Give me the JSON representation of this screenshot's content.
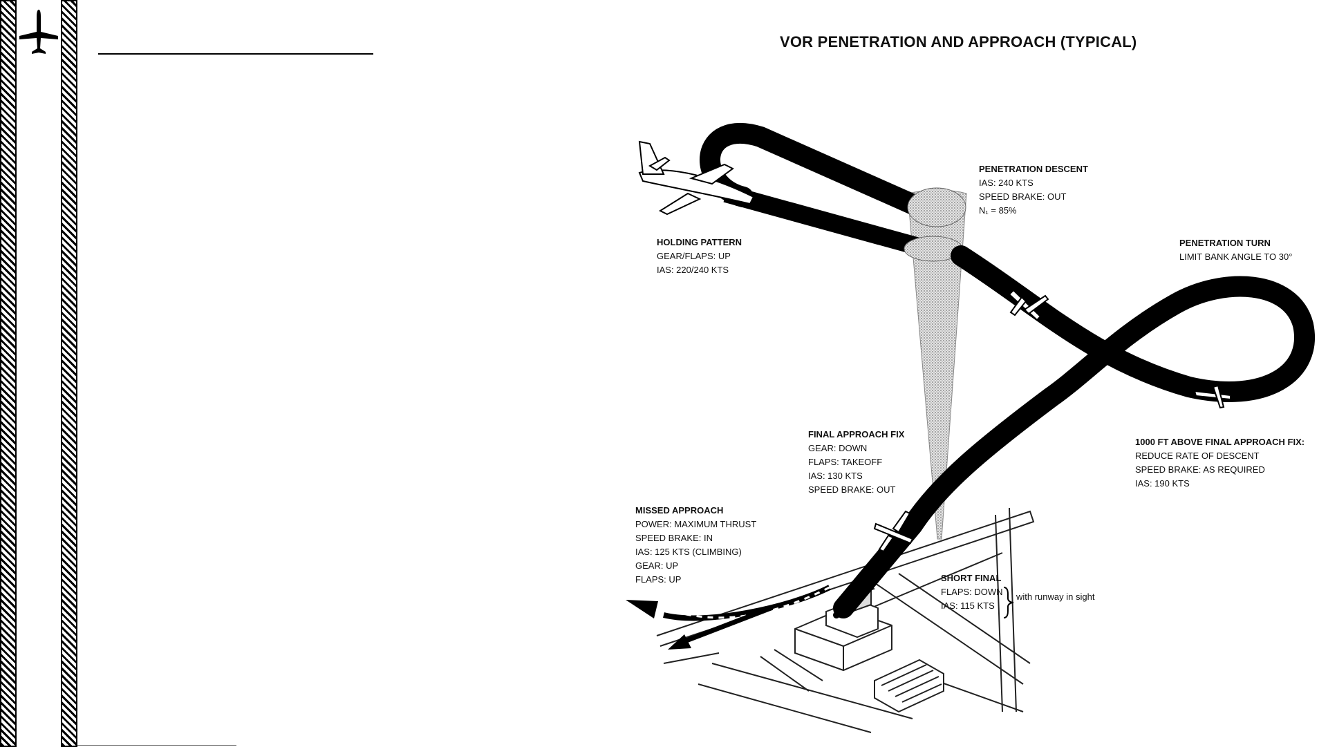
{
  "title": "VOR PENETRATION AND APPROACH (TYPICAL)",
  "icons": {
    "logo": "airplane-icon"
  },
  "labels": {
    "holding": {
      "heading": "HOLDING PATTERN",
      "lines": [
        "GEAR/FLAPS: UP",
        "IAS: 220/240 KTS"
      ]
    },
    "penetration_descent": {
      "heading": "PENETRATION DESCENT",
      "lines": [
        "IAS: 240 KTS",
        "SPEED BRAKE: OUT",
        "N₁ = 85%"
      ]
    },
    "penetration_turn": {
      "heading": "PENETRATION TURN",
      "lines": [
        "LIMIT BANK ANGLE TO 30°"
      ]
    },
    "final_approach_fix": {
      "heading": "FINAL APPROACH FIX",
      "lines": [
        "GEAR: DOWN",
        "FLAPS: TAKEOFF",
        "IAS: 130 KTS",
        "SPEED BRAKE: OUT"
      ]
    },
    "above_faf": {
      "heading": "1000 FT ABOVE FINAL APPROACH FIX:",
      "lines": [
        "REDUCE RATE OF DESCENT",
        "SPEED BRAKE: AS REQUIRED",
        "IAS: 190 KTS"
      ]
    },
    "missed_approach": {
      "heading": "MISSED APPROACH",
      "lines": [
        "POWER: MAXIMUM THRUST",
        "SPEED BRAKE: IN",
        "IAS: 125 KTS (CLIMBING)",
        "GEAR: UP",
        "FLAPS: UP"
      ]
    },
    "short_final": {
      "heading": "SHORT FINAL",
      "lines": [
        "FLAPS: DOWN",
        "IAS: 115 KTS"
      ],
      "note": "with runway in sight"
    }
  }
}
